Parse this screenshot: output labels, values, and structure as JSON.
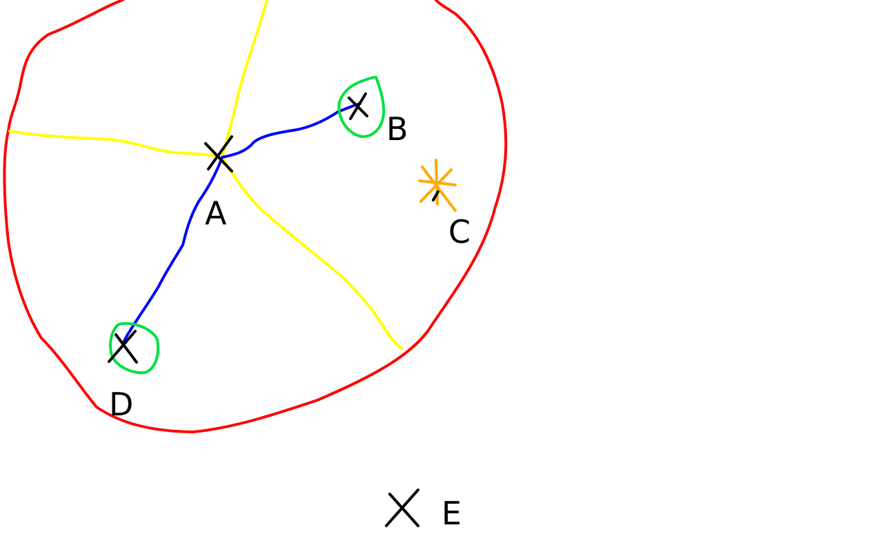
{
  "colors": {
    "background": "#ffffff",
    "boundary": "#ff0000",
    "dividers": "#ffff00",
    "path": "#0000ff",
    "highlight": "#00e040",
    "star": "#ffaa00",
    "ink": "#000000"
  },
  "points": {
    "a": {
      "label": "A",
      "marker": "cross-icon"
    },
    "b": {
      "label": "B",
      "marker": "cross-icon",
      "highlighted": true
    },
    "c": {
      "label": "C",
      "marker": "star-icon"
    },
    "d": {
      "label": "D",
      "marker": "cross-icon",
      "highlighted": true
    },
    "e": {
      "label": "E",
      "marker": "cross-icon"
    }
  }
}
